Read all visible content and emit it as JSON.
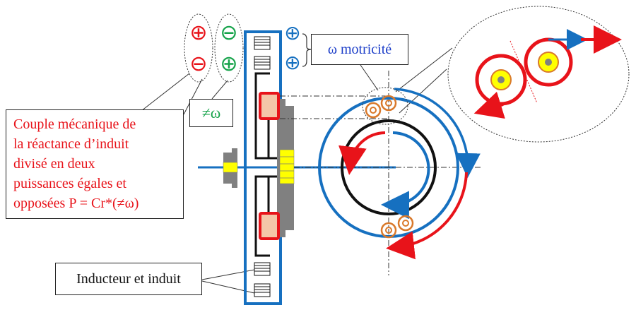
{
  "labels": {
    "couple_line1": "Couple mécanique de",
    "couple_line2": "la réactance d’induit",
    "couple_line3": "divisé en deux",
    "couple_line4": "puissances égales et",
    "couple_line5": "opposées P = Cr*(≠ω)",
    "omega_motricite": "ω motricité",
    "diff_omega": "≠ω",
    "inducteur_induit": "Inducteur et induit"
  },
  "symbols": {
    "plus": "⊕",
    "minus": "⊖"
  },
  "colors": {
    "red": "#e8131a",
    "green": "#16a34a",
    "blue": "#1670c0",
    "black": "#111111",
    "gray": "#808080",
    "yellow": "#ffff00",
    "orange": "#d9792b",
    "salmon": "#f4c6a8"
  }
}
